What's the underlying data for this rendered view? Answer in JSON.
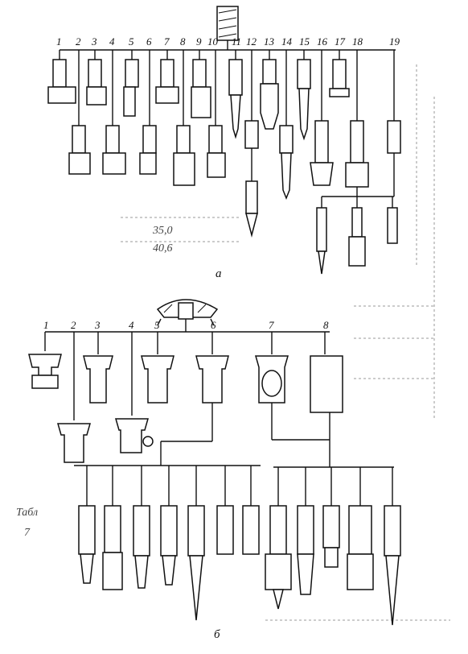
{
  "scheme_a": {
    "labels": [
      "1",
      "2",
      "3",
      "4",
      "5",
      "6",
      "7",
      "8",
      "9",
      "10",
      "11",
      "12",
      "13",
      "14",
      "15",
      "16",
      "17",
      "18",
      "19"
    ],
    "caption": "а",
    "margin_texts": [
      "35,0",
      "40,6"
    ]
  },
  "scheme_b": {
    "labels": [
      "1",
      "2",
      "3",
      "4",
      "5",
      "6",
      "7",
      "8"
    ],
    "caption": "б",
    "margin_texts": [
      "Табл",
      "7"
    ]
  }
}
